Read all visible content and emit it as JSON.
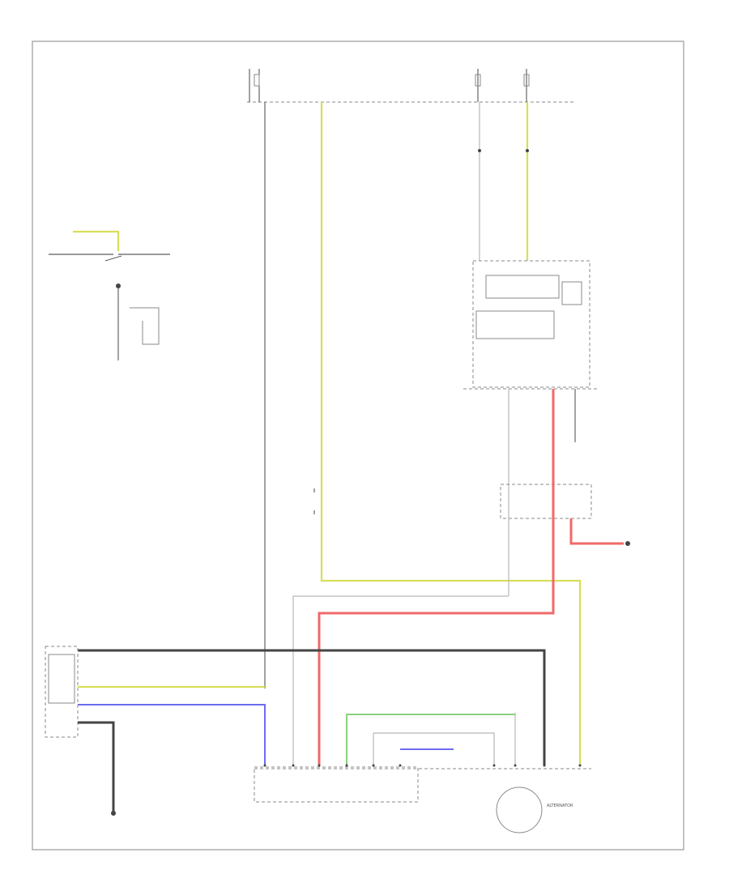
{
  "components": {
    "fuse_box_top": [
      {
        "id": "fuse-left",
        "text_lines": [
          "",
          ""
        ],
        "fuse_label": [
          "",
          ""
        ]
      },
      {
        "id": "fuse-mid",
        "text_lines": [
          "",
          ""
        ],
        "fuse_label": [
          "",
          ""
        ]
      },
      {
        "id": "fuse-right",
        "text_lines": [
          "",
          ""
        ],
        "fuse_label": [
          "",
          ""
        ]
      }
    ],
    "alternator": {
      "label": "ALTERNATOR"
    }
  },
  "footer": {
    "code": ""
  },
  "colors": {
    "black_wire": "#444444",
    "yellow_wire": "#d8de5a",
    "red_wire": "#f06a6a",
    "blue_wire": "#6c6cf0",
    "green_wire": "#8ad07e",
    "grey_wire": "#b8b8b8"
  }
}
